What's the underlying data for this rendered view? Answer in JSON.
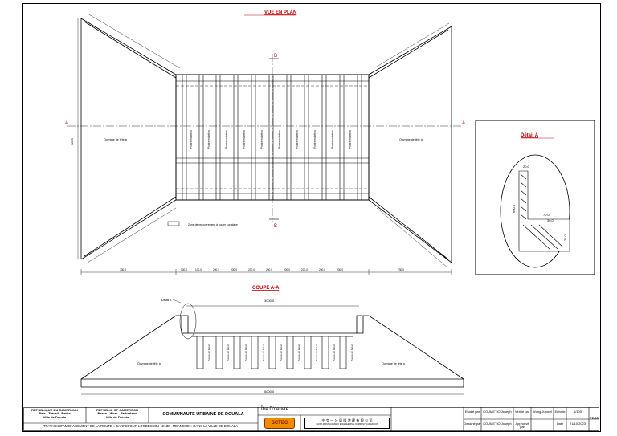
{
  "drawing": {
    "plan_title": "VUE EN PLAN",
    "section_title": "COUPE A-A",
    "detail_title": "Détail A",
    "detail_callout": "Détail A",
    "section_markers": {
      "a_left": "A",
      "a_right": "A",
      "b_top": "B",
      "b_bottom": "B"
    },
    "wing_label": "Ouvrage de tête à",
    "girder_label": "Poutre en béton",
    "legend_text": "Zone de recouvrement à couler sur place",
    "plan_left_dim": "1525",
    "plan_dims_bottom": [
      "730.0",
      "100.0",
      "100.0",
      "200.0",
      "200.0",
      "200.0",
      "200.0",
      "200.0",
      "200.0",
      "200.0",
      "200.0",
      "730.0"
    ],
    "section_top_dim": "3000.0",
    "section_bottom_dim": "5000.0",
    "detail_dims": {
      "top": "20.0",
      "height": "600.0",
      "mid1": "70.0",
      "mid2": "30.0",
      "right": "25.0"
    }
  },
  "title_block": {
    "rep_fr": "REPUBLIQUE DU CAMEROUN",
    "motto_fr": "Paix - Travail - Patrie",
    "city_fr": "Ville de Douala",
    "rep_en": "REPUBLIC OF CAMEROON",
    "motto_en": "Peace - Work - Fatherland",
    "city_en": "Ville de Douala",
    "owner": "COMMUNAUTE URBAINE DE DOUALA",
    "contractor_label": "Ître D'oeuvre",
    "project": "TRAVAUX D'AMENAGEMENT DE LA ROUTE « CARREFOUR LOGBESSOU-LENDI- MBANGUE » DANS LA VILLE DE DOUALA",
    "sctec_logo": "SCTEC",
    "chinese_company": "中 交 一 公 局 隆 港 建 有 限 公 司",
    "chinese_company_en": "CHINA FIRST HIGHWAY ENGINEERING COMPANY CAMEROON",
    "studied_label": "Etudié par",
    "studied_by": "KOUMETIO Joseph",
    "verified_label": "Vérifié par",
    "verified_by": "Wong Junwei",
    "scale_label": "Echelle",
    "scale": "1/100",
    "drawn_label": "Dessiné par",
    "drawn_by": "KOUMETIO Joseph",
    "approved_label": "Approuvé par",
    "approved_by": "",
    "date_label": "Date",
    "date": "21/10/2023",
    "sheet_no": "PE-05"
  }
}
